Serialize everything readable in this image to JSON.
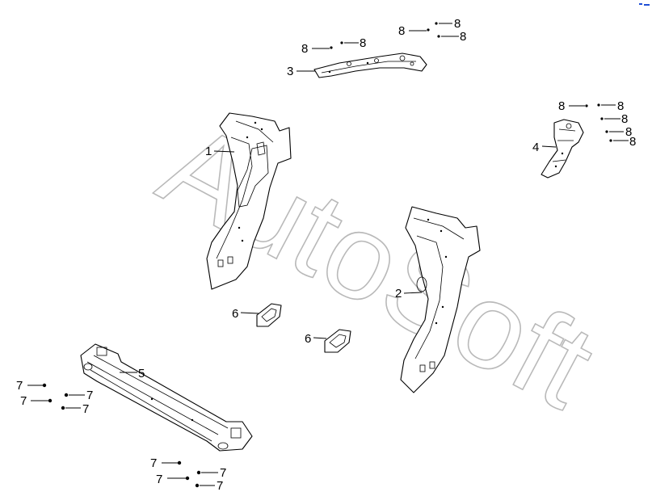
{
  "diagram": {
    "watermark": "AutoSoft",
    "callouts": [
      {
        "id": "c1",
        "label": "1"
      },
      {
        "id": "c2",
        "label": "2"
      },
      {
        "id": "c3",
        "label": "3"
      },
      {
        "id": "c4",
        "label": "4"
      },
      {
        "id": "c5",
        "label": "5"
      },
      {
        "id": "c6a",
        "label": "6"
      },
      {
        "id": "c6b",
        "label": "6"
      },
      {
        "id": "c7a",
        "label": "7"
      },
      {
        "id": "c7b",
        "label": "7"
      },
      {
        "id": "c7c",
        "label": "7"
      },
      {
        "id": "c7d",
        "label": "7"
      },
      {
        "id": "c7e",
        "label": "7"
      },
      {
        "id": "c7f",
        "label": "7"
      },
      {
        "id": "c7g",
        "label": "7"
      },
      {
        "id": "c7h",
        "label": "7"
      },
      {
        "id": "c8a",
        "label": "8"
      },
      {
        "id": "c8b",
        "label": "8"
      },
      {
        "id": "c8c",
        "label": "8"
      },
      {
        "id": "c8d",
        "label": "8"
      },
      {
        "id": "c8e",
        "label": "8"
      },
      {
        "id": "c8f",
        "label": "8"
      },
      {
        "id": "c8g",
        "label": "8"
      },
      {
        "id": "c8h",
        "label": "8"
      },
      {
        "id": "c8i",
        "label": "8"
      }
    ]
  }
}
